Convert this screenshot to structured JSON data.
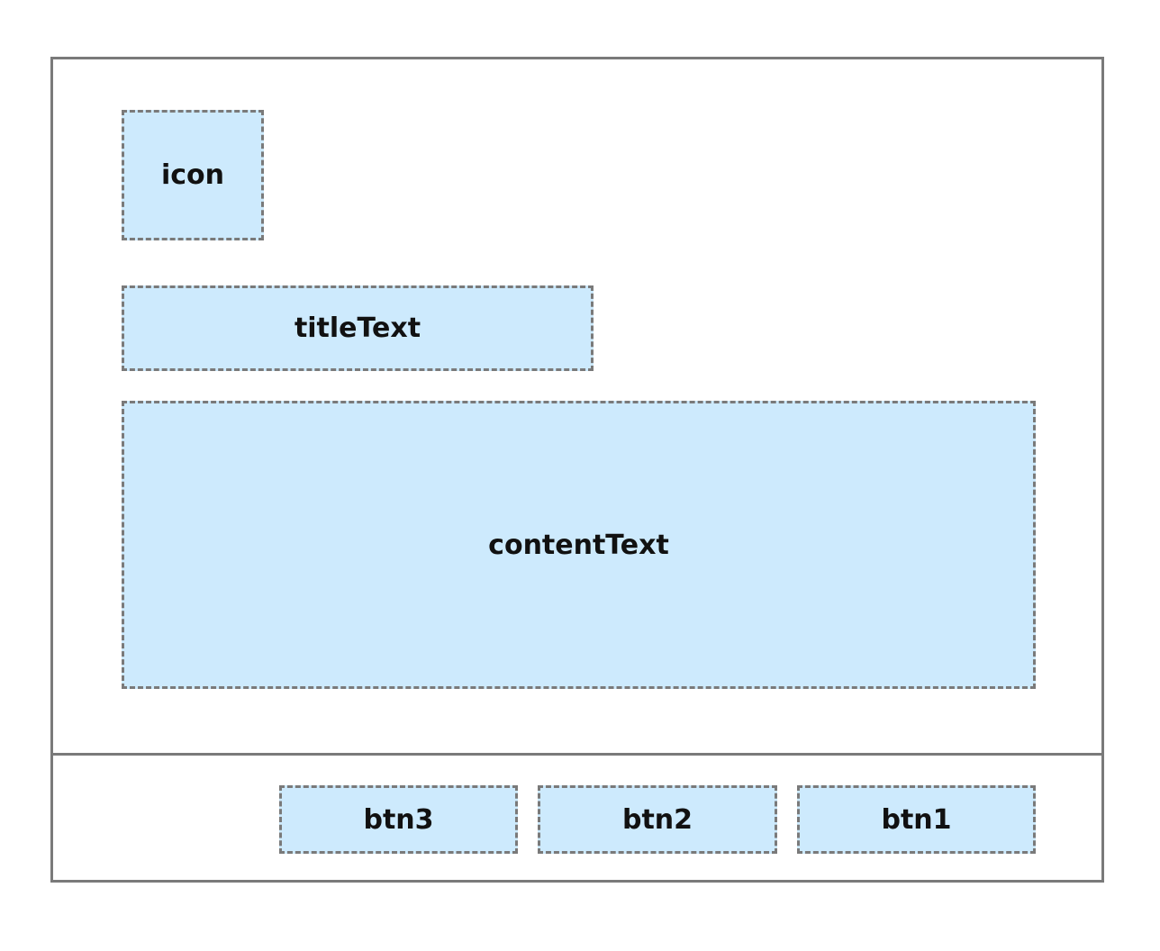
{
  "slots": {
    "icon": "icon",
    "title": "titleText",
    "content": "contentText",
    "btn3": "btn3",
    "btn2": "btn2",
    "btn1": "btn1"
  },
  "colors": {
    "slot_fill": "#cdeafd",
    "border": "#7a7a7a",
    "text": "#111111"
  }
}
